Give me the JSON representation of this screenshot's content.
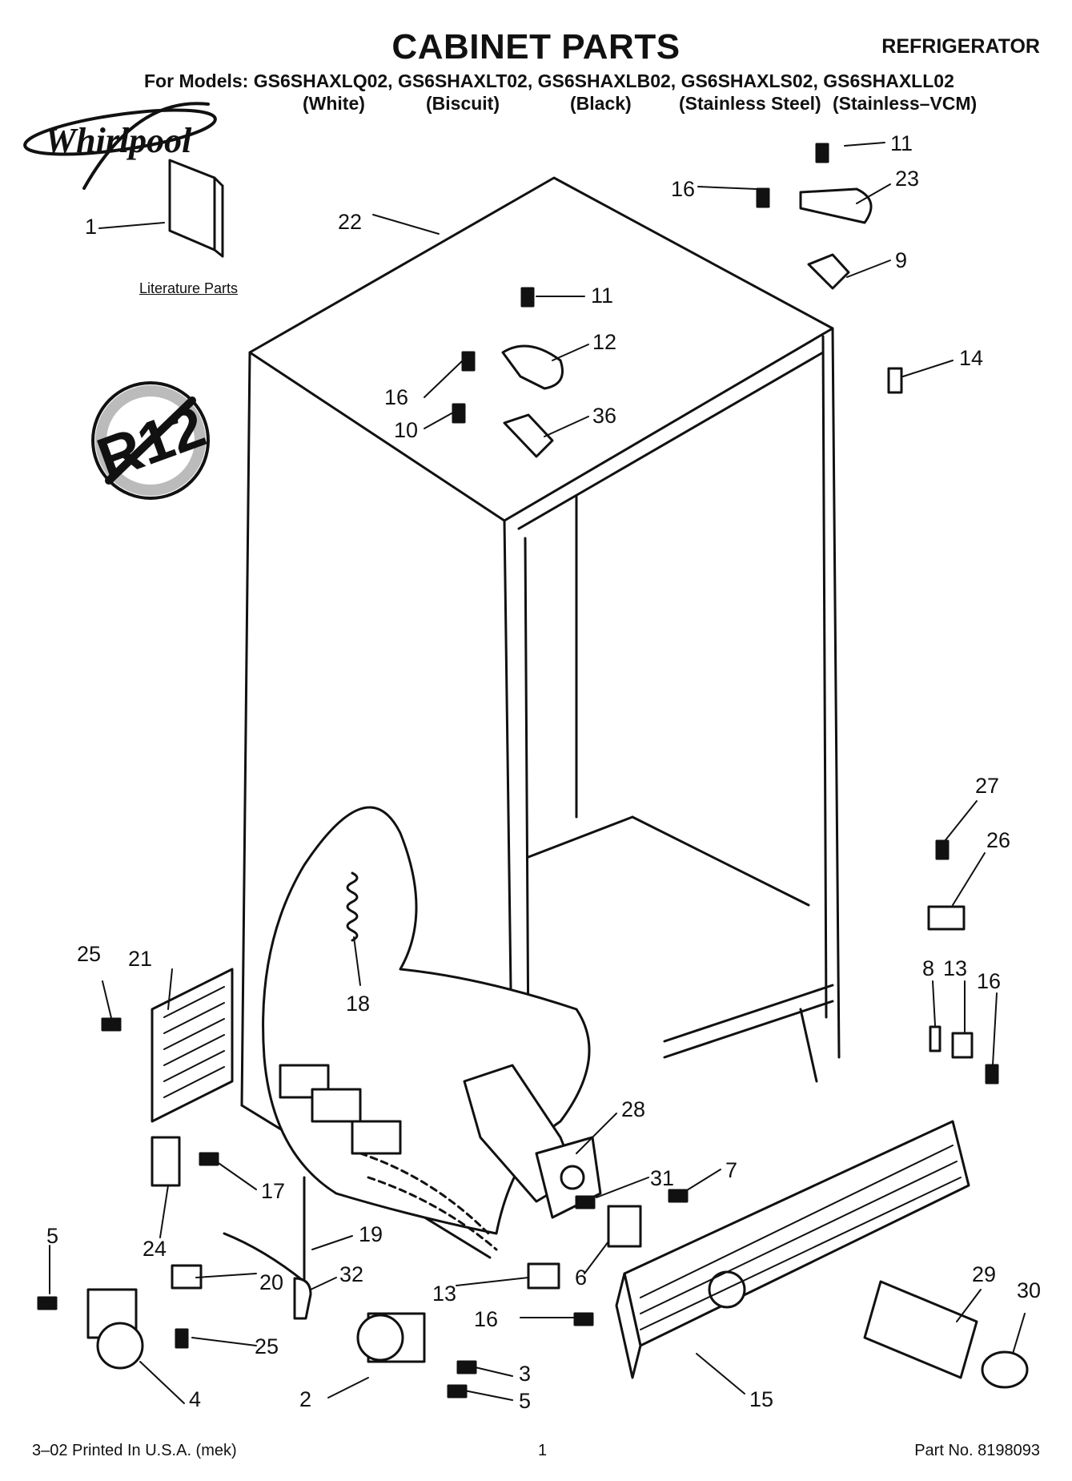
{
  "header": {
    "title": "CABINET PARTS",
    "product": "REFRIGERATOR",
    "models_line": "For Models: GS6SHAXLQ02, GS6SHAXLT02, GS6SHAXLB02, GS6SHAXLS02, GS6SHAXLL02",
    "variants": [
      "(White)",
      "(Biscuit)",
      "(Black)",
      "(Stainless Steel)",
      "(Stainless–VCM)"
    ]
  },
  "brand": {
    "logo_text": "Whirlpool",
    "logo_icon": "whirlpool-swirl-icon"
  },
  "badge": {
    "text": "R12",
    "icon": "no-r12-icon"
  },
  "literature_label": "Literature Parts",
  "callouts": [
    "1",
    "22",
    "11",
    "16",
    "23",
    "9",
    "14",
    "12",
    "36",
    "10",
    "18",
    "21",
    "25",
    "8",
    "13",
    "16",
    "27",
    "26",
    "28",
    "31",
    "7",
    "17",
    "24",
    "5",
    "19",
    "20",
    "32",
    "25",
    "13",
    "16",
    "6",
    "3",
    "5",
    "2",
    "4",
    "15",
    "29",
    "30",
    "11",
    "16"
  ],
  "footer": {
    "printed": "3–02 Printed In U.S.A. (mek)",
    "page": "1",
    "part_no": "Part No. 8198093"
  }
}
